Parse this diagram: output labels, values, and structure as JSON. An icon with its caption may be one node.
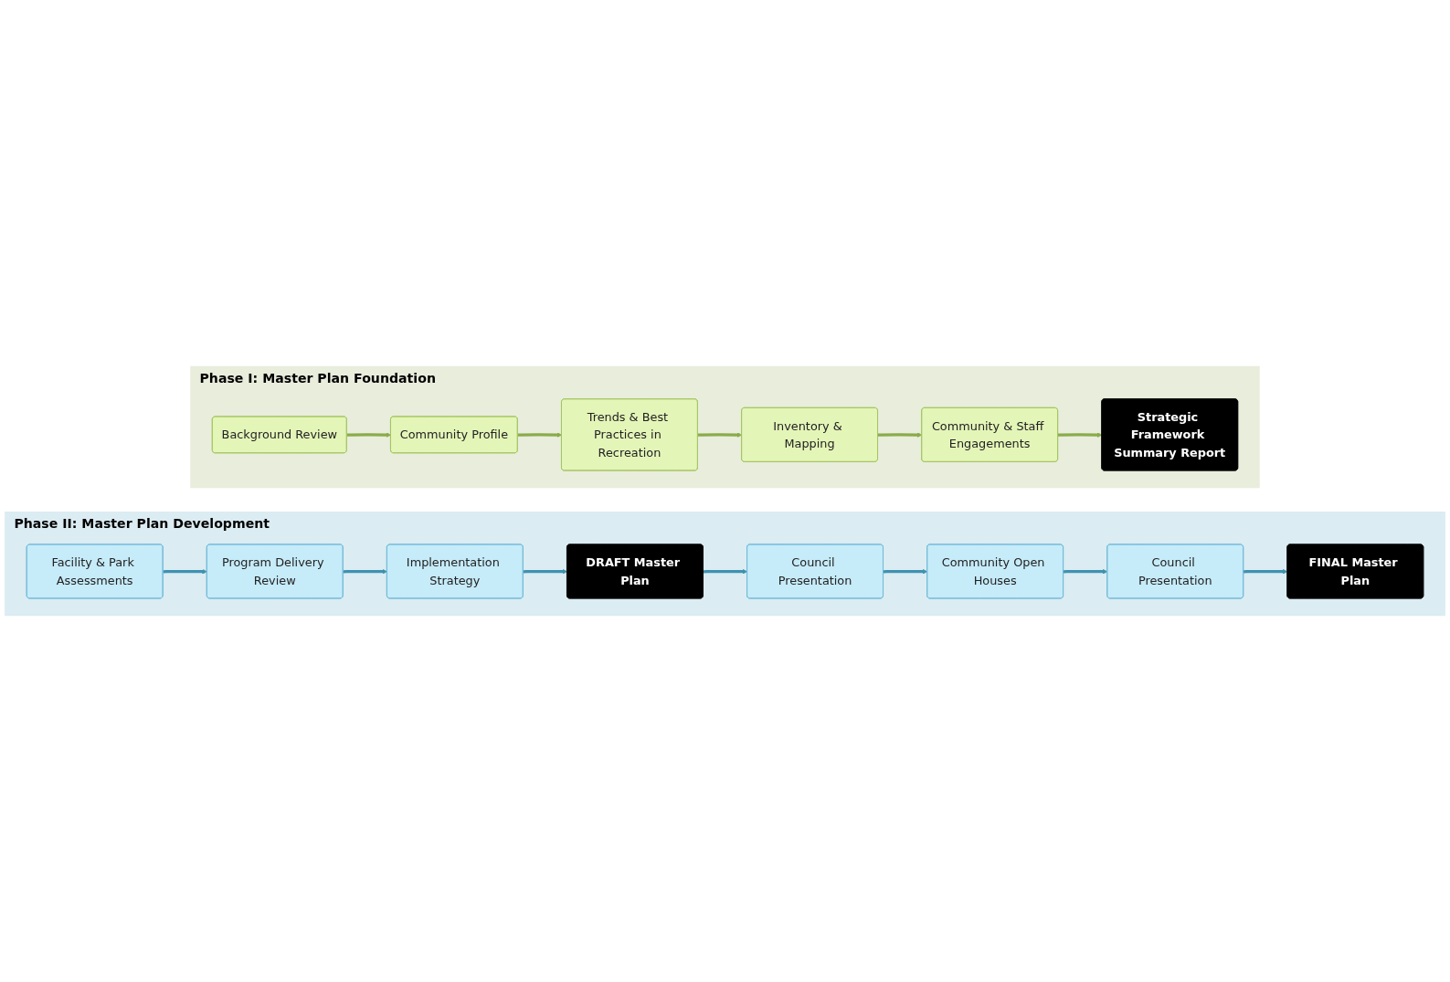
{
  "diagram": {
    "nodes": [
      {
        "text": [
          "Phase I: Master Plan Foundation"
        ]
      },
      {
        "text": [
          "Background Review"
        ],
        "in": 0
      },
      {
        "text": [
          "Community Profile"
        ],
        "in": 0
      },
      {
        "text": [
          "Trends & Best Practices in Recreation"
        ],
        "in": 0
      },
      {
        "text": [
          "Inventory & Mapping"
        ],
        "in": 0
      },
      {
        "text": [
          "Community & Staff Engagements"
        ],
        "in": 0
      },
      {
        "text": [
          "Strategic Framework Summary Report"
        ],
        "in": 0
      },
      {
        "text": [
          "Phase II: Master Plan Development"
        ]
      },
      {
        "text": [
          "Facility & Park Assessments"
        ],
        "in": 7
      },
      {
        "text": [
          "Program Delivery Review"
        ],
        "in": 7
      },
      {
        "text": [
          "Implementation Strategy"
        ],
        "in": 7
      },
      {
        "text": [
          "DRAFT Master Plan"
        ],
        "in": 7
      },
      {
        "text": [
          "Council Presentation"
        ],
        "in": 7
      },
      {
        "text": [
          "Community Open Houses"
        ],
        "in": 7
      },
      {
        "text": [
          "Council Presentation"
        ],
        "in": 7
      },
      {
        "text": [
          "FINAL Master Plan"
        ],
        "in": 7
      }
    ],
    "edges": [
      {
        "from": 1,
        "to": 2,
        "arrow": "to",
        "color": "#8aac4a"
      },
      {
        "from": 2,
        "to": 3,
        "arrow": "to",
        "color": "#8aac4a"
      },
      {
        "from": 3,
        "to": 4,
        "arrow": "to",
        "color": "#8aac4a"
      },
      {
        "from": 4,
        "to": 5,
        "arrow": "to",
        "color": "#8aac4a"
      },
      {
        "from": 5,
        "to": 6,
        "arrow": "to",
        "color": "#8aac4a"
      },
      {
        "from": 8,
        "to": 9,
        "arrow": "to"
      },
      {
        "from": 9,
        "to": 10,
        "arrow": "to"
      },
      {
        "from": 10,
        "to": 11,
        "arrow": "to"
      },
      {
        "from": 11,
        "to": 12,
        "arrow": "to"
      },
      {
        "from": 12,
        "to": 13,
        "arrow": "to"
      },
      {
        "from": 13,
        "to": 14,
        "arrow": "to"
      },
      {
        "from": 14,
        "to": 15,
        "arrow": "to"
      }
    ]
  }
}
